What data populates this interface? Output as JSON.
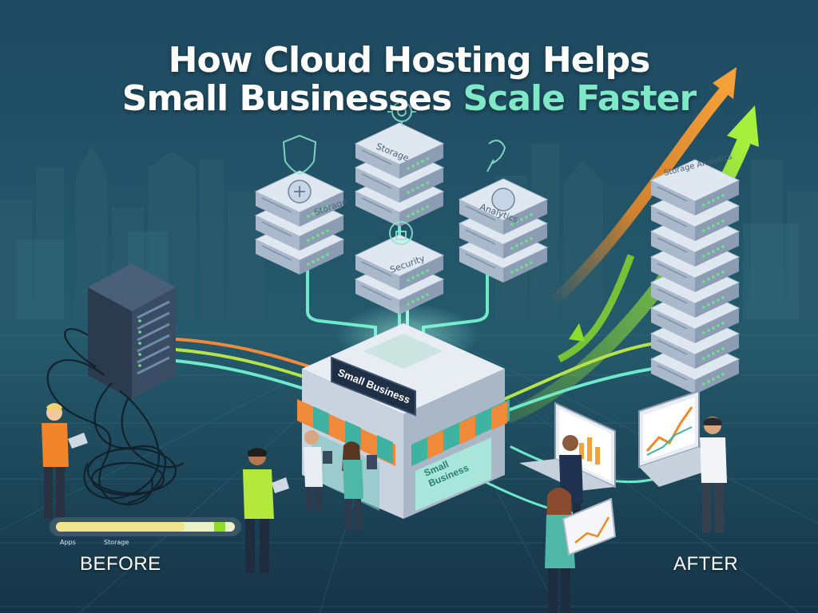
{
  "title": {
    "line1": "How Cloud Hosting Helps",
    "line2_plain": "Small Businesses ",
    "line2_accent": "Scale Faster"
  },
  "server_labels": {
    "left": "Storage",
    "top": "Storage",
    "center": "Security",
    "right": "Analytics",
    "tower": "Storage Analytics"
  },
  "shop": {
    "sign": "Small Business",
    "window": "Small\nBusiness"
  },
  "before_panel": {
    "bar_label": "Apps",
    "bar_label_2": "Storage",
    "progress_fraction": 0.72
  },
  "captions": {
    "before": "BEFORE",
    "after": "AFTER"
  },
  "colors": {
    "background": "#173a4f",
    "accent_teal": "#7fe8c6",
    "arrow_orange": "#f08a24",
    "arrow_green": "#8ddc2a",
    "awning_orange": "#f08a3a",
    "awning_teal": "#3fb3a3"
  },
  "icons": [
    "network-icon",
    "gear-icon",
    "shield-icon",
    "lock-icon",
    "globe-icon",
    "satellite-icon"
  ]
}
